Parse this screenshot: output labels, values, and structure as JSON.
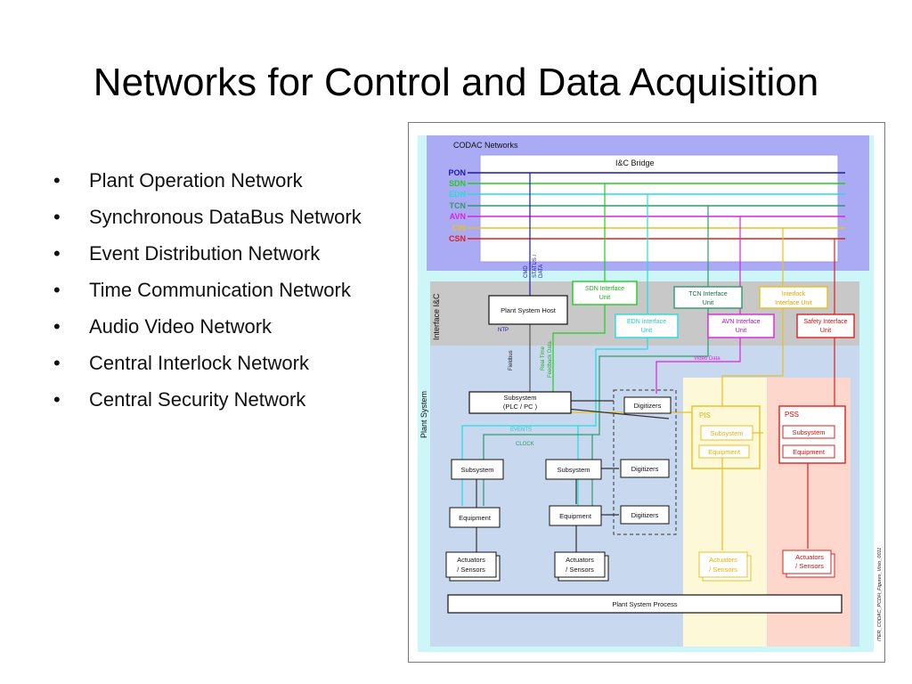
{
  "slide": {
    "title": "Networks for Control and Data Acquisition",
    "bullets": [
      "Plant Operation Network",
      "Synchronous DataBus Network",
      "Event Distribution Network",
      "Time Communication Network",
      "Audio Video Network",
      "Central Interlock Network",
      "Central Security Network"
    ]
  },
  "diagram": {
    "codac_label": "CODAC Networks",
    "bridge_label": "I&C Bridge",
    "networks": [
      {
        "name": "PON",
        "color": "#1a1aa8"
      },
      {
        "name": "SDN",
        "color": "#22cc22"
      },
      {
        "name": "EDN",
        "color": "#22dddd"
      },
      {
        "name": "TCN",
        "color": "#2e9a6a"
      },
      {
        "name": "AVN",
        "color": "#dd22dd"
      },
      {
        "name": "CIN",
        "color": "#e8c020"
      },
      {
        "name": "CSN",
        "color": "#dd2020"
      }
    ],
    "interface_label": "Interface I&C",
    "plant_label": "Plant System",
    "cmd_label": "CMD",
    "status_label": "STATUS /",
    "data_label": "DATA",
    "sdn_unit_1": "SDN Interface",
    "sdn_unit_2": "Unit",
    "tcn_unit_1": "TCN Interface",
    "tcn_unit_2": "Unit",
    "interlock_unit_1": "Interlock",
    "interlock_unit_2": "Interface Unit",
    "host_label": "Plant System Host",
    "ntp_label": "NTP",
    "edn_unit_1": "EDN Interface",
    "edn_unit_2": "Unit",
    "avn_unit_1": "AVN Interface",
    "avn_unit_2": "Unit",
    "safety_unit_1": "Safety Interface",
    "safety_unit_2": "Unit",
    "fieldbus_label": "Fieldbus",
    "realtime_1": "Real Time",
    "realtime_2": "Feedback Data",
    "video_label": "Video  Data",
    "plc_1": "Subsystem",
    "plc_2": "(PLC / PC )",
    "digitizers": "Digitizers",
    "events_label": "EVENTS",
    "clock_label": "CLOCK",
    "pis_label": "PIS",
    "pss_label": "PSS",
    "subsystem": "Subsystem",
    "equipment": "Equipment",
    "act_1": "Actuators",
    "act_2a": "/ Sensors",
    "act_2b": "/  Sensors",
    "act_2c": "/    Sensors",
    "process_label": "Plant  System  Process",
    "figure_id": "ITER_CODAC_PCDH_Figures_Visio_0011"
  }
}
